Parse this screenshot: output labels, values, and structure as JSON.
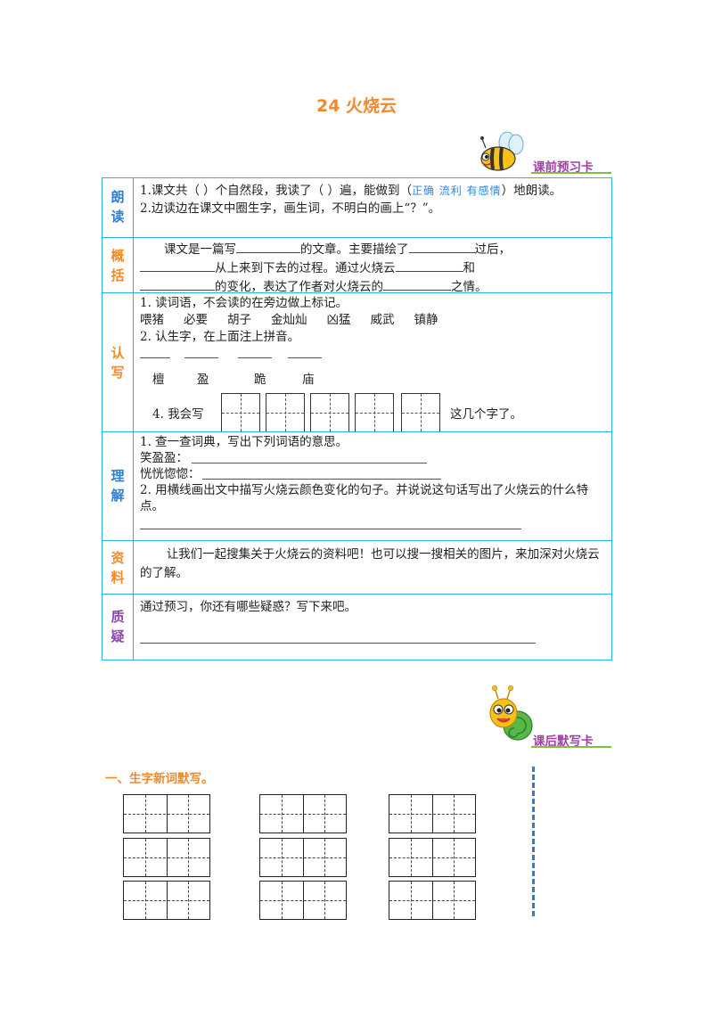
{
  "title": "24 火烧云",
  "preview_card": {
    "label": "课前预习卡",
    "icon": "bee-icon"
  },
  "table": {
    "rows": [
      {
        "label": [
          "朗",
          "读"
        ],
        "line1_a": "1.课文共（    ）个自然段，我读了（    ）遍，能做到（",
        "hint": "正确 流利 有感情",
        "line1_b": "）地朗读。",
        "line2": "2.边读边在课文中圈生字，画生词，不明白的画上“？”。"
      },
      {
        "label": [
          "概",
          "括"
        ],
        "t1": "课文是一篇写",
        "t2": "的文章。主要描绘了",
        "t3": "过后，",
        "t4": "从上来到下去的过程。通过火烧云",
        "t5": "和",
        "t6": "的变化，表达了作者对火烧云的",
        "t7": "之情。"
      },
      {
        "label": [
          "认",
          "写"
        ],
        "l1": "1. 读词语，不会读的在旁边做上标记。",
        "words": [
          "喂猪",
          "必要",
          "胡子",
          "金灿灿",
          "凶猛",
          "威武",
          "镇静"
        ],
        "l2": "2. 认生字，在上面注上拼音。",
        "chars": [
          "檀",
          "盈",
          "跪",
          "庙"
        ],
        "l4_a": "4. 我会写",
        "l4_b": "这几个字了。"
      },
      {
        "label": [
          "理",
          "解"
        ],
        "l1": "1. 查一查词典，写出下列词语的意思。",
        "w1": "笑盈盈：",
        "w2": "恍恍惚惚：",
        "l2": "2. 用横线画出文中描写火烧云颜色变化的句子。并说说这句话写出了火烧云的什么特点。"
      },
      {
        "label": [
          "资",
          "料"
        ],
        "text": "让我们一起搜集关于火烧云的资料吧！也可以搜一搜相关的图片，来加深对火烧云的了解。"
      },
      {
        "label": [
          "质",
          "疑"
        ],
        "text": "通过预习，你还有哪些疑惑？写下来吧。"
      }
    ]
  },
  "after_card": {
    "label": "课后默写卡",
    "icon": "snail-icon"
  },
  "section1": {
    "title": "一、生字新词默写。"
  },
  "colors": {
    "title": "#f08a2c",
    "border": "#2bb3e6",
    "card_label": "#a23fa6",
    "hint": "#2e86de"
  }
}
